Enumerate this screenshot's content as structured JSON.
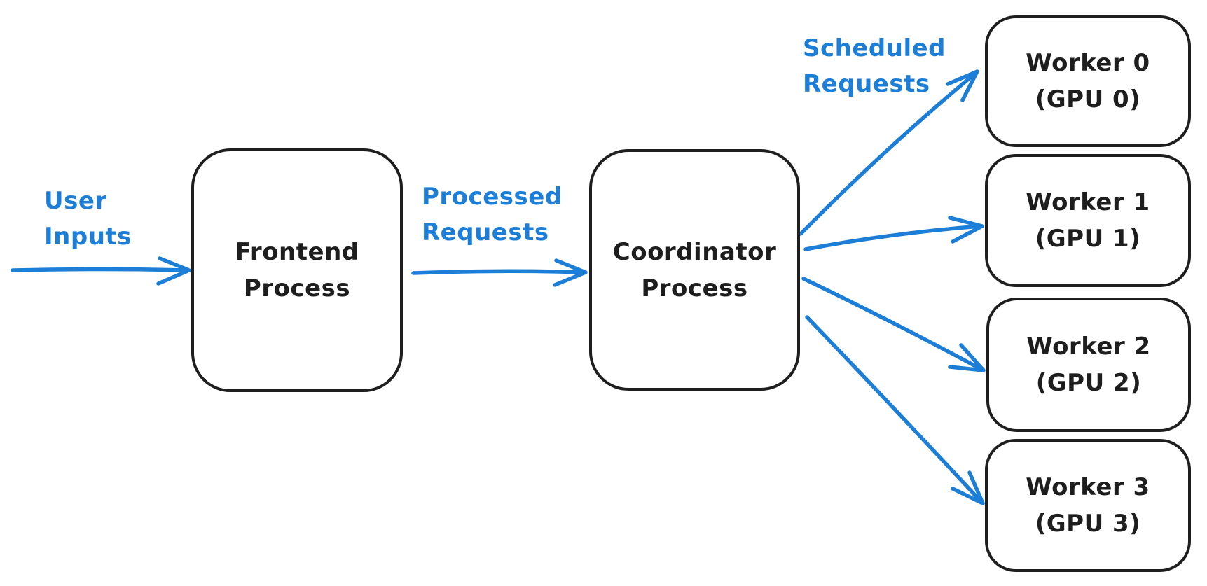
{
  "colors": {
    "background": "#ffffff",
    "node_stroke": "#1e1e1e",
    "node_text": "#1e1e1e",
    "accent_blue": "#1c7ed6"
  },
  "diagram": {
    "nodes": [
      {
        "id": "frontend-process",
        "label": "Frontend\nProcess"
      },
      {
        "id": "coordinator-process",
        "label": "Coordinator\nProcess"
      },
      {
        "id": "worker-0",
        "label": "Worker 0\n(GPU 0)"
      },
      {
        "id": "worker-1",
        "label": "Worker 1\n(GPU 1)"
      },
      {
        "id": "worker-2",
        "label": "Worker 2\n(GPU 2)"
      },
      {
        "id": "worker-3",
        "label": "Worker 3\n(GPU 3)"
      }
    ],
    "edges": [
      {
        "id": "user-inputs-arrow",
        "from": "user",
        "to": "frontend-process",
        "label": "User\nInputs"
      },
      {
        "id": "processed-requests-arrow",
        "from": "frontend-process",
        "to": "coordinator-process",
        "label": "Processed\nRequests"
      },
      {
        "id": "scheduled-requests-arrow-0",
        "from": "coordinator-process",
        "to": "worker-0",
        "label": "Scheduled\nRequests"
      },
      {
        "id": "scheduled-requests-arrow-1",
        "from": "coordinator-process",
        "to": "worker-1",
        "label": ""
      },
      {
        "id": "scheduled-requests-arrow-2",
        "from": "coordinator-process",
        "to": "worker-2",
        "label": ""
      },
      {
        "id": "scheduled-requests-arrow-3",
        "from": "coordinator-process",
        "to": "worker-3",
        "label": ""
      }
    ]
  }
}
